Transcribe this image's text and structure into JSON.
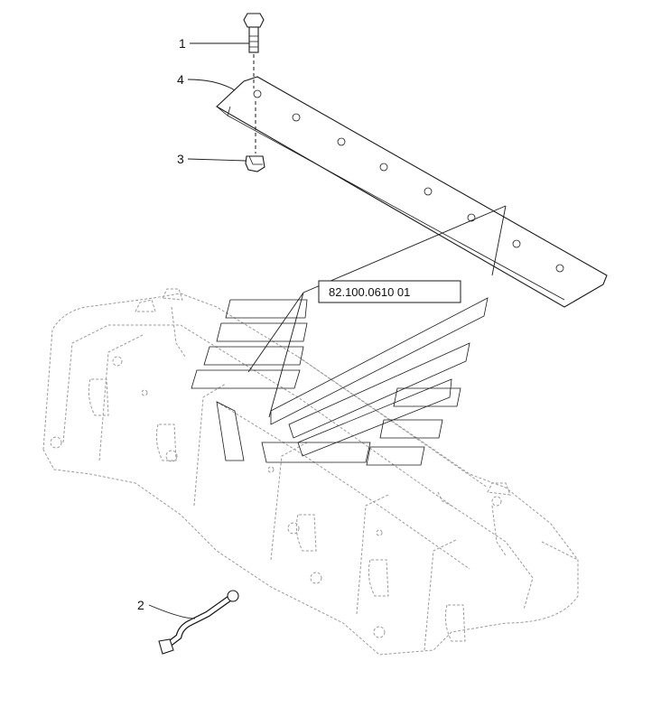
{
  "callouts": [
    {
      "id": "1",
      "label": "1",
      "part": "bolt"
    },
    {
      "id": "4",
      "label": "4",
      "part": "cutting-edge"
    },
    {
      "id": "3",
      "label": "3",
      "part": "nut"
    },
    {
      "id": "2",
      "label": "2",
      "part": "hose"
    }
  ],
  "reference": {
    "label": "82.100.0610 01"
  }
}
